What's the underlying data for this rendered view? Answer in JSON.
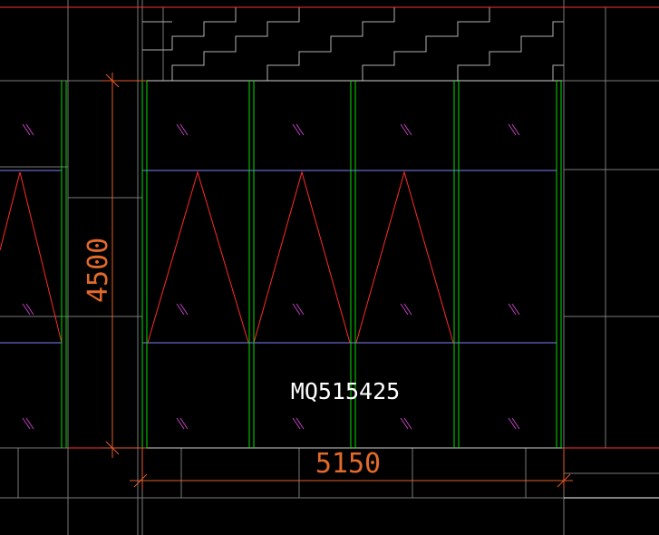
{
  "drawing": {
    "tag": "MQ515425",
    "dim_width": "5150",
    "dim_height": "4500"
  },
  "colors": {
    "background": "#000000",
    "grid": "#7a7a7a",
    "mullion": "#00e000",
    "transom": "#8080ff",
    "opening": "#ff2a2a",
    "dimension": "#e25a2a",
    "dimension_text": "#e36a2a",
    "tag_text": "#ffffff",
    "hatch": "#c040c0",
    "border": "#d0d0d0",
    "slab": "#ff3030"
  }
}
